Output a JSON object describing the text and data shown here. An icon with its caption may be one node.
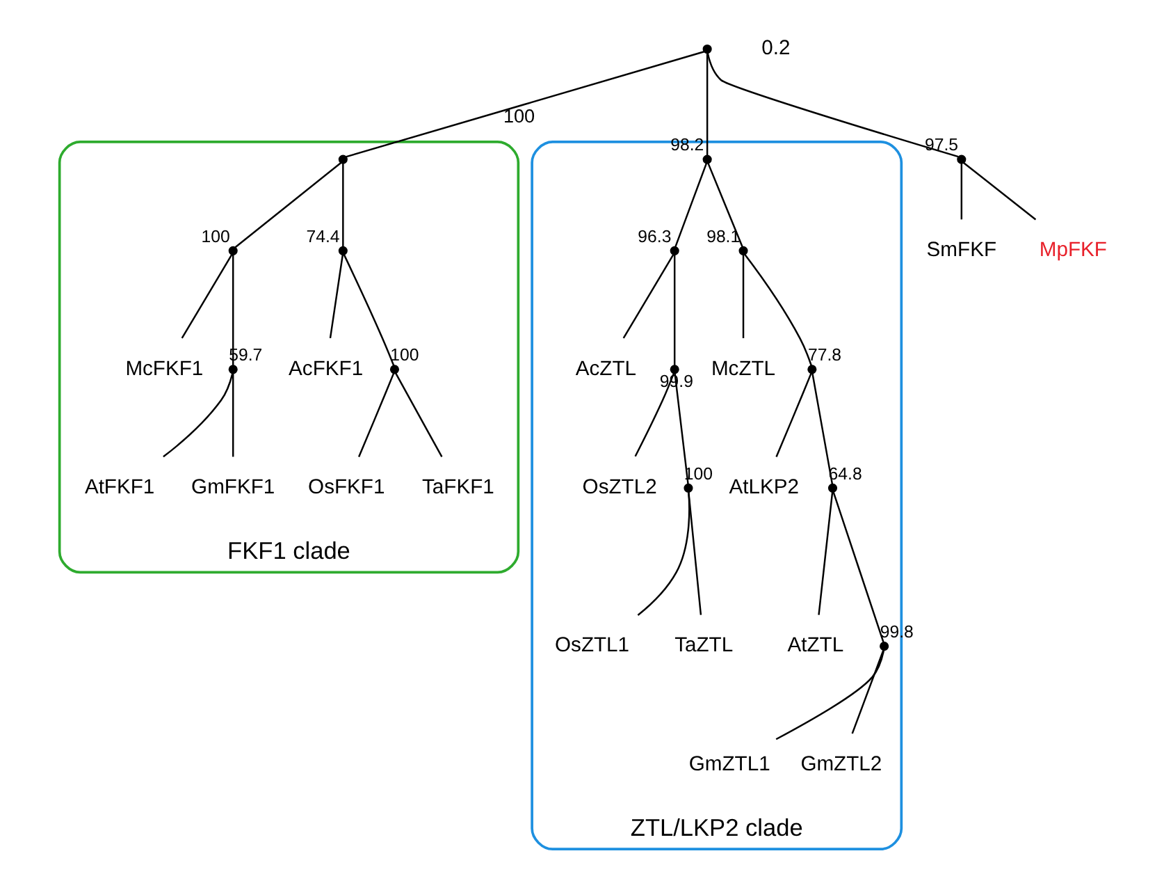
{
  "diagram": {
    "nodes": [
      {
        "text": [
          "SmFKF"
        ]
      },
      {
        "text": [
          "MpFKF"
        ]
      },
      {
        "text": [
          "FKF1 clade"
        ]
      },
      {
        "text": [
          "AtFKF1"
        ],
        "in": 2
      },
      {
        "text": [
          "GmFKF1"
        ],
        "in": 2
      },
      {
        "text": [
          "McFKF1"
        ],
        "in": 2
      },
      {
        "text": [
          "AcFKF1"
        ],
        "in": 2
      },
      {
        "text": [
          "OsFKF1"
        ],
        "in": 2
      },
      {
        "text": [
          "TaFKF1"
        ],
        "in": 2
      },
      {
        "text": [
          "ZTL/LKP2 clade"
        ]
      },
      {
        "text": [
          "AcZTL"
        ],
        "in": 9
      },
      {
        "text": [
          "OsZTL2"
        ],
        "in": 9
      },
      {
        "text": [
          "OsZTL1"
        ],
        "in": 9
      },
      {
        "text": [
          "TaZTL"
        ],
        "in": 9
      },
      {
        "text": [
          "GmZTL1"
        ],
        "in": 9
      },
      {
        "text": [
          "GmZTL2"
        ],
        "in": 9
      },
      {
        "text": [
          "McZTL"
        ],
        "in": 9
      },
      {
        "text": [
          "AtZTL"
        ],
        "in": 9
      },
      {
        "text": [
          "AtLKP2"
        ],
        "in": 9
      },
      {
        "text": [],
        "shape": "point"
      },
      {
        "text": [],
        "shape": "point",
        "beside": [
          "97.5"
        ]
      },
      {
        "text": [],
        "shape": "point",
        "in": 2
      },
      {
        "text": [],
        "shape": "point",
        "beside": [
          "100"
        ],
        "in": 2
      },
      {
        "text": [],
        "shape": "point",
        "beside": [
          "59.7"
        ],
        "in": 2
      },
      {
        "text": [],
        "shape": "point",
        "beside": [
          "74.4"
        ],
        "in": 2
      },
      {
        "text": [],
        "shape": "point",
        "beside": [
          "100"
        ],
        "in": 2
      },
      {
        "text": [],
        "shape": "point",
        "beside": [
          "98.2"
        ],
        "in": 9
      },
      {
        "text": [],
        "shape": "point",
        "beside": [
          "96.3"
        ],
        "in": 9
      },
      {
        "text": [],
        "shape": "point",
        "beside": [
          "99.9"
        ],
        "in": 9
      },
      {
        "text": [],
        "shape": "point",
        "beside": [
          "100"
        ],
        "in": 9
      },
      {
        "text": [],
        "shape": "point",
        "beside": [
          "98.1"
        ],
        "in": 9
      },
      {
        "text": [],
        "shape": "point",
        "beside": [
          "77.8"
        ],
        "in": 9
      },
      {
        "text": [],
        "shape": "point",
        "beside": [
          "64.8"
        ],
        "in": 9
      },
      {
        "text": [],
        "shape": "point",
        "beside": [
          "99.8"
        ],
        "in": 9
      }
    ],
    "edges": [
      {
        "from": 19,
        "to": 20,
        "arrow": "none"
      },
      {
        "from": 20,
        "to": 0,
        "arrow": "none"
      },
      {
        "from": 20,
        "to": 1,
        "arrow": "none"
      },
      {
        "from": 19,
        "to": 21,
        "arrow": "none",
        "label": "100"
      },
      {
        "from": 21,
        "to": 22,
        "arrow": "none"
      },
      {
        "from": 22,
        "to": 23,
        "arrow": "none"
      },
      {
        "from": 23,
        "to": 3,
        "arrow": "none"
      },
      {
        "from": 23,
        "to": 4,
        "arrow": "none"
      },
      {
        "from": 22,
        "to": 5,
        "arrow": "none"
      },
      {
        "from": 21,
        "to": 24,
        "arrow": "none"
      },
      {
        "from": 24,
        "to": 6,
        "arrow": "none"
      },
      {
        "from": 24,
        "to": 25,
        "arrow": "none"
      },
      {
        "from": 25,
        "to": 7,
        "arrow": "none"
      },
      {
        "from": 25,
        "to": 8,
        "arrow": "none"
      },
      {
        "from": 19,
        "to": 26,
        "arrow": "none"
      },
      {
        "from": 26,
        "to": 27,
        "arrow": "none"
      },
      {
        "from": 27,
        "to": 10,
        "arrow": "none"
      },
      {
        "from": 27,
        "to": 28,
        "arrow": "none"
      },
      {
        "from": 28,
        "to": 11,
        "arrow": "none"
      },
      {
        "from": 28,
        "to": 29,
        "arrow": "none"
      },
      {
        "from": 29,
        "to": 12,
        "arrow": "none"
      },
      {
        "from": 29,
        "to": 13,
        "arrow": "none"
      },
      {
        "from": 26,
        "to": 30,
        "arrow": "none"
      },
      {
        "from": 30,
        "to": 16,
        "arrow": "none"
      },
      {
        "from": 30,
        "to": 31,
        "arrow": "none"
      },
      {
        "from": 31,
        "to": 18,
        "arrow": "none"
      },
      {
        "from": 31,
        "to": 32,
        "arrow": "none"
      },
      {
        "from": 32,
        "to": 17,
        "arrow": "none"
      },
      {
        "from": 32,
        "to": 33,
        "arrow": "none"
      },
      {
        "from": 33,
        "to": 14,
        "arrow": "none"
      },
      {
        "from": 33,
        "to": 15,
        "arrow": "none"
      }
    ],
    "labels": [
      "0.2"
    ]
  }
}
